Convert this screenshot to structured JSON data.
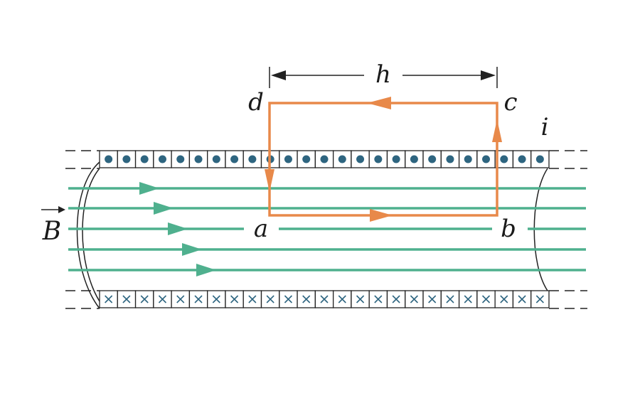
{
  "labels": {
    "a": "a",
    "b": "b",
    "c": "c",
    "d": "d",
    "h": "h",
    "i": "i",
    "B": "B"
  },
  "counts": {
    "upper_turns": 25,
    "lower_turns": 25
  },
  "colors": {
    "loop": "#e8894a",
    "field": "#4fb08e",
    "wire_dot": "#2e6580",
    "outline": "#222222"
  },
  "icons": {
    "current_out_of_page": "dot-icon",
    "current_into_page": "cross-icon",
    "field_direction": "arrow-right-icon",
    "loop_direction": "arrowhead-icon"
  }
}
